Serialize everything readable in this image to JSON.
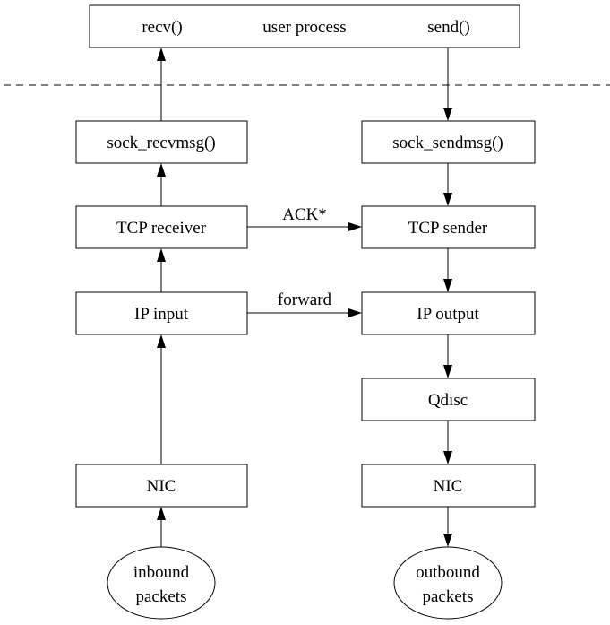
{
  "user_process": {
    "recv": "recv()",
    "label": "user process",
    "send": "send()"
  },
  "receive_path": {
    "sock_recvmsg": "sock_recvmsg()",
    "tcp_receiver": "TCP receiver",
    "ip_input": "IP input",
    "nic": "NIC",
    "inbound_line1": "inbound",
    "inbound_line2": "packets"
  },
  "send_path": {
    "sock_sendmsg": "sock_sendmsg()",
    "tcp_sender": "TCP sender",
    "ip_output": "IP output",
    "qdisc": "Qdisc",
    "nic": "NIC",
    "outbound_line1": "outbound",
    "outbound_line2": "packets"
  },
  "cross_links": {
    "ack": "ACK*",
    "forward": "forward"
  }
}
